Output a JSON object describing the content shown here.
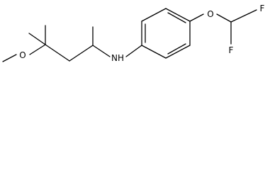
{
  "structure": {
    "atoms": {
      "methoxy_carbon": "",
      "ether_oxygen": "O",
      "amine": "NH",
      "aryl_oxygen": "O",
      "fluorine_upper": "F",
      "fluorine_lower": "F"
    }
  },
  "colors": {
    "bond": "#000000",
    "label": "#000000",
    "background": "#ffffff"
  }
}
